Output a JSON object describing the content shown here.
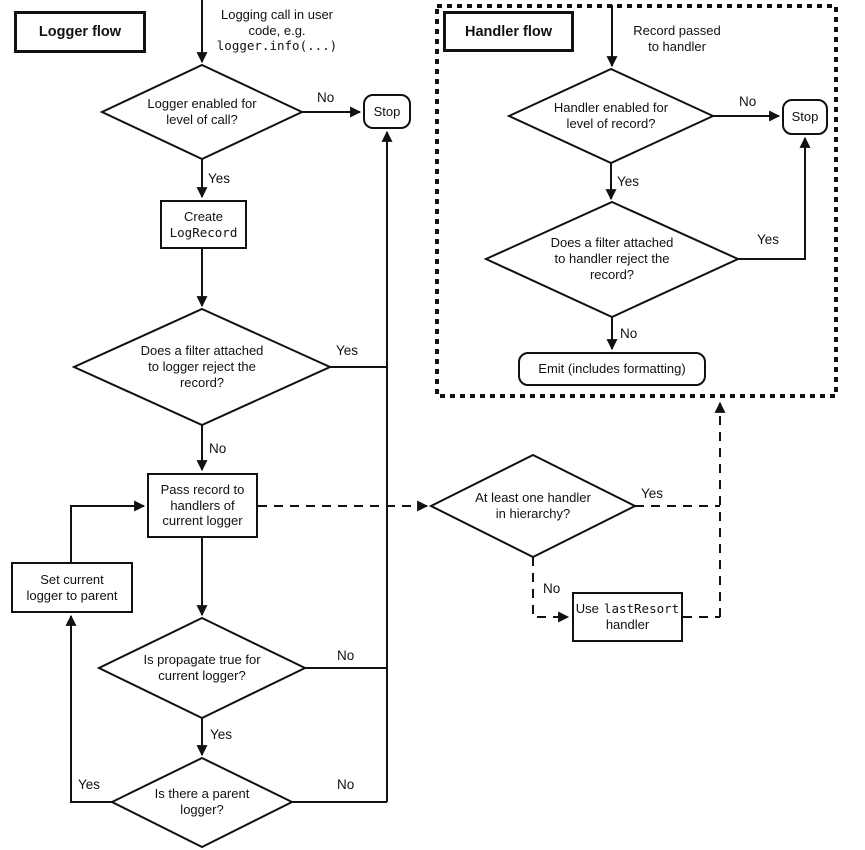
{
  "titles": {
    "logger_flow": "Logger flow",
    "handler_flow": "Handler flow"
  },
  "labels": {
    "yes": "Yes",
    "no": "No"
  },
  "captions": {
    "logging_call_line1": "Logging call in user",
    "logging_call_line2": "code, e.g.",
    "logging_call_code": "logger.info(...)",
    "record_passed": "Record passed\nto handler"
  },
  "nodes": {
    "logger_enabled_q": "Logger enabled for\nlevel of call?",
    "stop_logger": "Stop",
    "create_label": "Create",
    "create_code": "LogRecord",
    "logger_filter_q": "Does a filter attached\nto logger reject the\nrecord?",
    "pass_record": "Pass record to\nhandlers of\ncurrent logger",
    "set_current_logger": "Set current\nlogger to parent",
    "propagate_q": "Is propagate true for\ncurrent logger?",
    "parent_logger_q": "Is there a parent\nlogger?",
    "handler_enabled_q": "Handler enabled for\nlevel of record?",
    "stop_handler": "Stop",
    "handler_filter_q": "Does a filter attached\nto handler reject the\nrecord?",
    "emit": "Emit (includes formatting)",
    "handler_in_hierarchy_q": "At least one handler\nin hierarchy?",
    "use_label": "Use",
    "use_code": "lastResort",
    "use_suffix": "handler"
  },
  "colors": {
    "ink": "#111111",
    "background": "#ffffff"
  }
}
